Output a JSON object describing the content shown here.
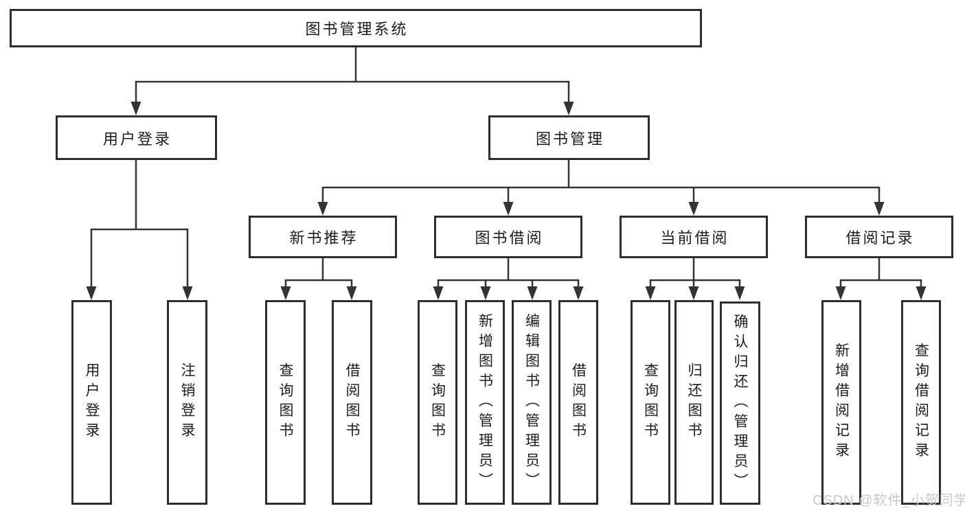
{
  "colors": {
    "line": "#333333",
    "box_border": "#2d2d2d",
    "text": "#1c1c1c",
    "watermark_text": "#c8c8c8",
    "background": "#ffffff"
  },
  "watermark": {
    "text": "CSDN @软件_小贺同学"
  },
  "tree": {
    "label": "图书管理系统",
    "children": [
      {
        "label": "用户登录",
        "children": [
          {
            "label": "用户登录"
          },
          {
            "label": "注销登录"
          }
        ]
      },
      {
        "label": "图书管理",
        "children": [
          {
            "label": "新书推荐",
            "children": [
              {
                "label": "查询图书"
              },
              {
                "label": "借阅图书"
              }
            ]
          },
          {
            "label": "图书借阅",
            "children": [
              {
                "label": "查询图书"
              },
              {
                "label": "新增图书（管理员）"
              },
              {
                "label": "编辑图书（管理员）"
              },
              {
                "label": "借阅图书"
              }
            ]
          },
          {
            "label": "当前借阅",
            "children": [
              {
                "label": "查询图书"
              },
              {
                "label": "归还图书"
              },
              {
                "label": "确认归还（管理员）"
              }
            ]
          },
          {
            "label": "借阅记录",
            "children": [
              {
                "label": "新增借阅记录"
              },
              {
                "label": "查询借阅记录"
              }
            ]
          }
        ]
      }
    ]
  }
}
